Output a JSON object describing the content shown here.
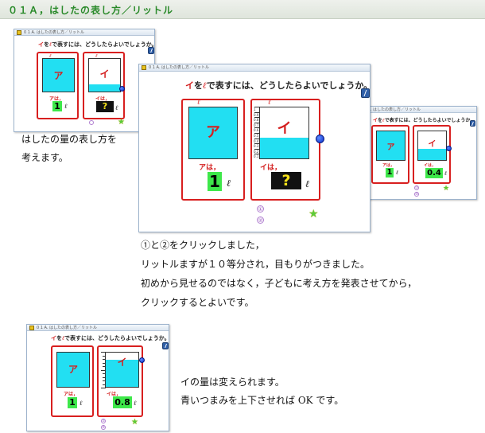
{
  "header": {
    "title": "０１Ａ，はしたの表し方／リットル"
  },
  "window": {
    "titlebar": "0 1 A. はしたの表し方／リットル"
  },
  "question": {
    "prefix": "イ",
    "mid1": "を",
    "unit_mark": "ℓ",
    "suffix": "で表すには、どうしたらよいでしょうか。"
  },
  "vessels": {
    "a_name": "ア",
    "i_name": "イ",
    "top_mark": "ℓ",
    "a_caption": "アは，",
    "i_caption": "イは，",
    "a_value": "1",
    "unit": "ℓ",
    "unknown": "?"
  },
  "scale_labels": [
    "1",
    "0.9",
    "0.8",
    "0.7",
    "0.6",
    "0.5",
    "0.4",
    "0.3",
    "0.2",
    "0.1"
  ],
  "buttons": {
    "circle1": "①",
    "circle2": "②",
    "star": "★"
  },
  "screens": {
    "shot1": {
      "level_pct": 22
    },
    "shot2": {
      "level_pct": 40
    },
    "shot3": {
      "level_pct": 40,
      "value": "0.4"
    },
    "shot4": {
      "level_pct": 80,
      "value": "0.8"
    }
  },
  "text": {
    "intro_line1": "はしたの量の表し方を",
    "intro_line2": "考えます。",
    "para_line1": "①と②をクリックしました，",
    "para_line2": "リットルますが１０等分され，目もりがつきました。",
    "para_line3": "初めから見せるのではなく，子どもに考え方を発表させてから，",
    "para_line4": "クリックするとよいです。",
    "note_line1": "イの量は変えられます。",
    "note_line2": "青いつまみを上下させれば OK です。"
  },
  "colors": {
    "accent_green": "#2a8a2a",
    "card_red": "#d81f1f",
    "water": "#22dff2",
    "value_green": "#3ee84a",
    "knob_blue": "#0b2fc9"
  }
}
